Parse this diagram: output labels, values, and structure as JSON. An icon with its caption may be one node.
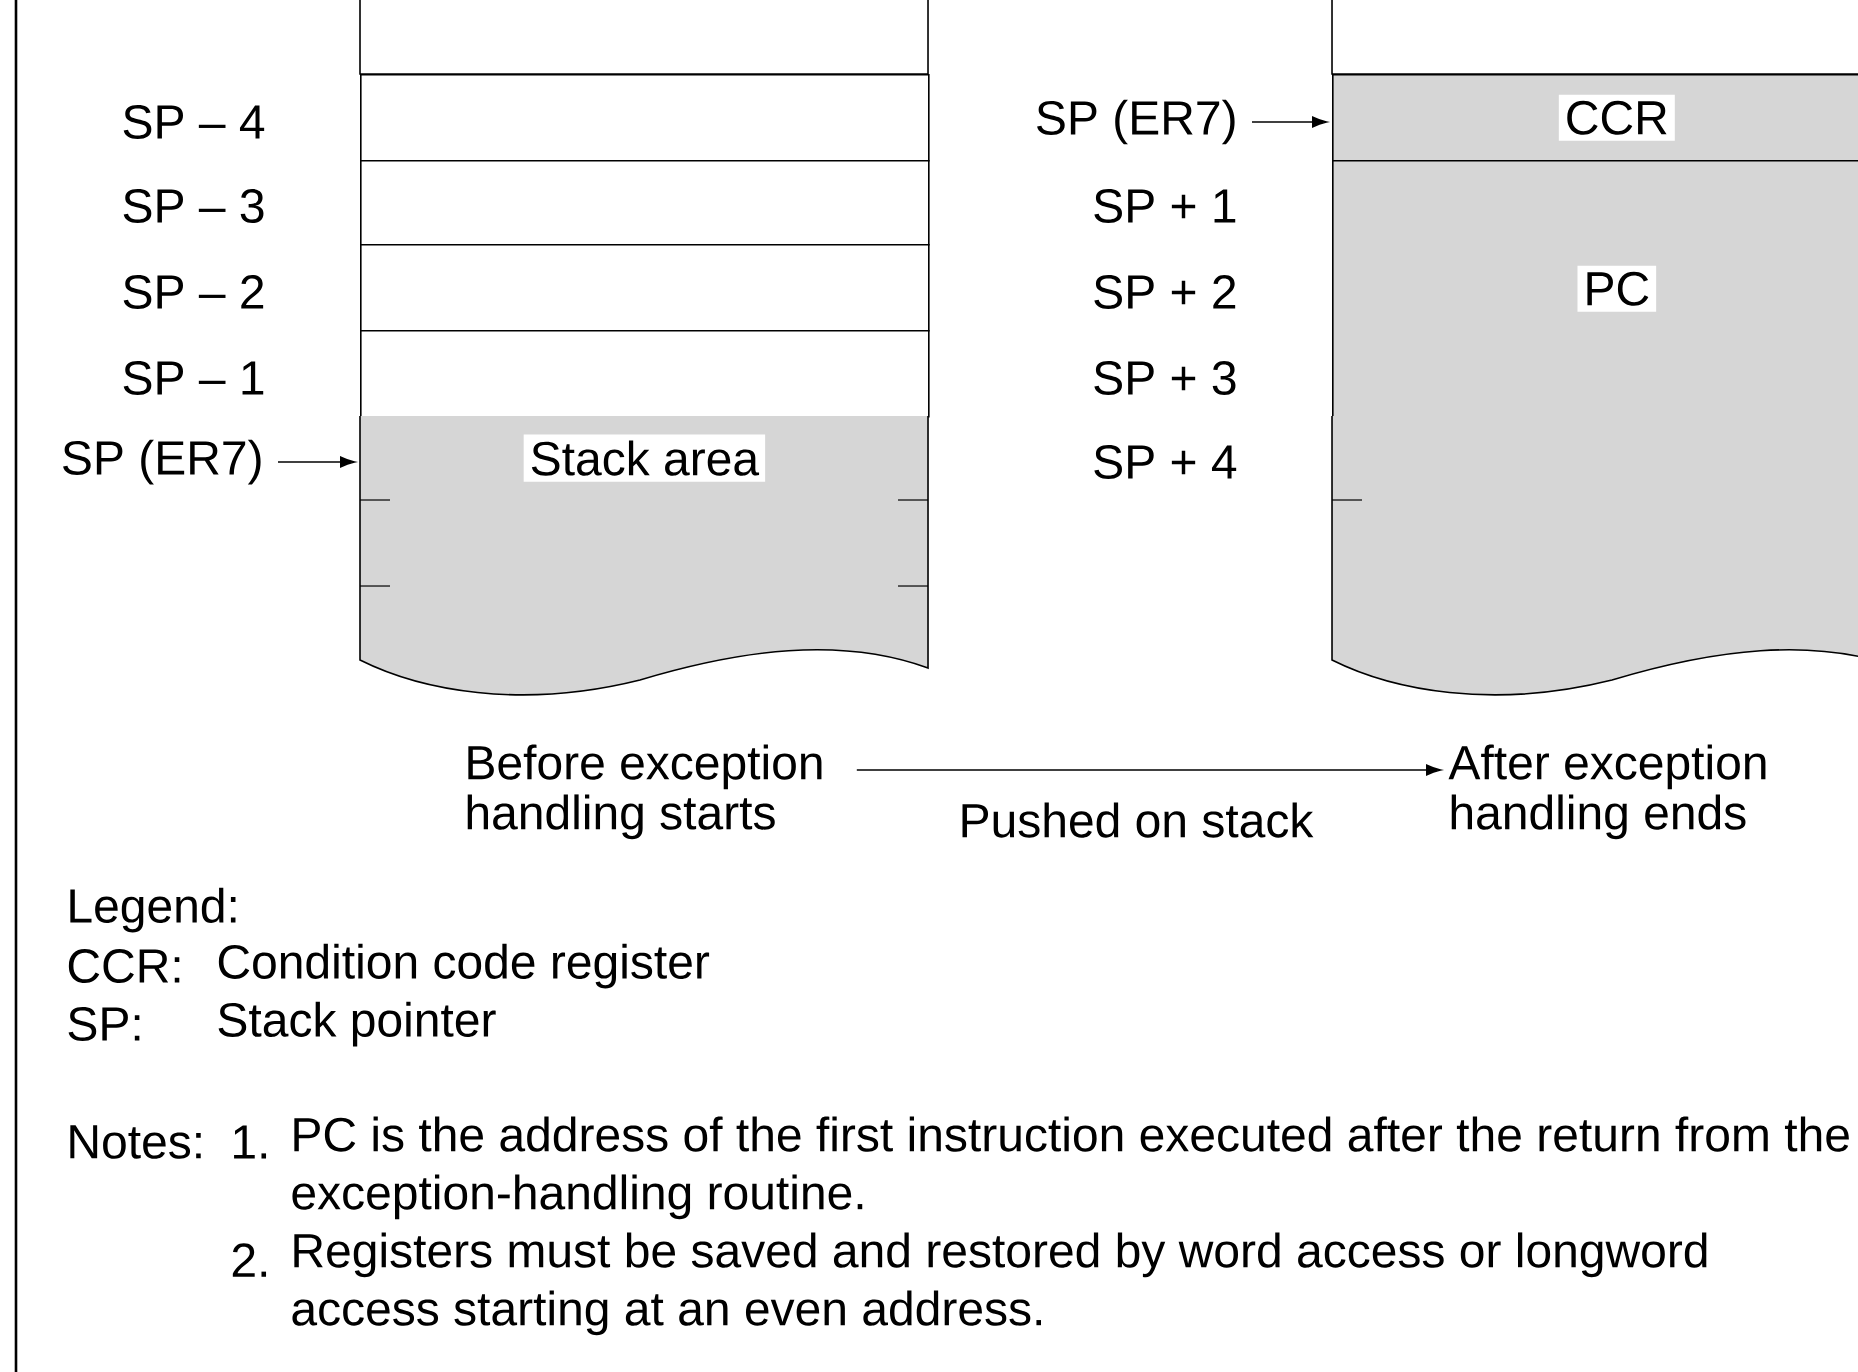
{
  "diagram": {
    "nodes": [
      {
        "text": [],
        "shape": "box"
      },
      {
        "text": [],
        "shape": "box"
      },
      {
        "text": [],
        "shape": "box"
      },
      {
        "text": [],
        "shape": "box"
      },
      {
        "text": [],
        "shape": "box"
      },
      {
        "text": [
          "Stack area"
        ]
      },
      {
        "text": [
          "SP (ER7)"
        ]
      },
      {
        "text": [],
        "shape": "box"
      },
      {
        "text": [
          "CCR"
        ]
      },
      {
        "text": [
          "PC"
        ]
      },
      {
        "text": [],
        "shape": "box"
      },
      {
        "text": [
          "SP (ER7)"
        ]
      },
      {
        "text": [
          "Before exception handling starts"
        ]
      },
      {
        "text": [
          "After exception handling ends"
        ]
      }
    ],
    "edges": [
      {
        "from": 6,
        "to": 5,
        "arrow": "to"
      },
      {
        "from": 11,
        "to": 8,
        "arrow": "to"
      },
      {
        "from": 12,
        "to": 13,
        "arrow": "to",
        "label": "Pushed on stack"
      }
    ],
    "labels": [
      "SP – 4",
      "SP – 3",
      "SP – 2",
      "SP – 1",
      "SP + 1",
      "SP + 2",
      "SP + 3",
      "SP + 4",
      "Legend:",
      "CCR:",
      "Condition code register",
      "SP:",
      "Stack pointer",
      "Notes:",
      "1.",
      "PC is the address of the first instruction executed after the return from the exception-handling routine.",
      "2.",
      "Registers must be saved and restored by word access or longword access starting at an even address."
    ]
  }
}
